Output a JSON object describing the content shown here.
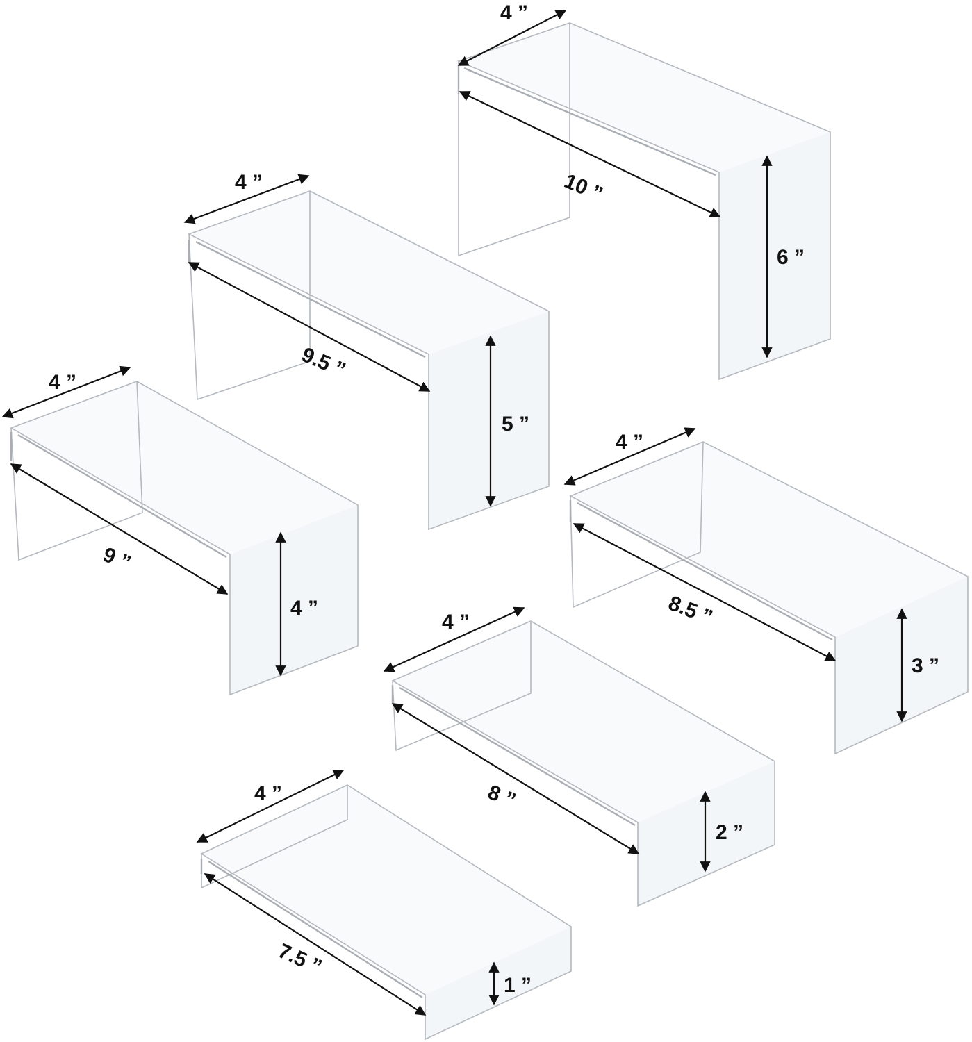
{
  "colors": {
    "outline": "#b4b9bf",
    "dimension": "#111111",
    "background": "#ffffff"
  },
  "risers": [
    {
      "length": "10 ”",
      "width": "4 ”",
      "height": "6 ”"
    },
    {
      "length": "9.5 ”",
      "width": "4 ”",
      "height": "5 ”"
    },
    {
      "length": "9 ”",
      "width": "4 ”",
      "height": "4 ”"
    },
    {
      "length": "8.5 ”",
      "width": "4 ”",
      "height": "3 ”"
    },
    {
      "length": "8 ”",
      "width": "4 ”",
      "height": "2 ”"
    },
    {
      "length": "7.5 ”",
      "width": "4 ”",
      "height": "1 ”"
    }
  ]
}
